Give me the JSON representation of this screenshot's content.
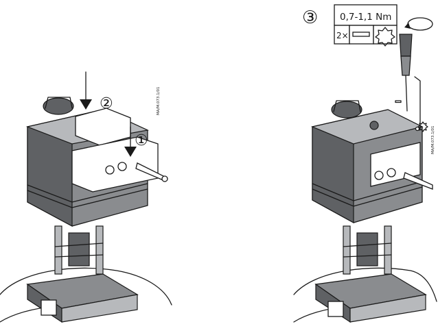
{
  "steps": {
    "step1": "①",
    "step2": "②",
    "step3": "③"
  },
  "torque_box": {
    "torque": "0,7-1,1 Nm",
    "count": "2×"
  },
  "codes": {
    "left": "MA/M.073.1/01",
    "right": "MA/M.073.1/01"
  },
  "icons": {
    "rotation": "clockwise-arrow-icon",
    "slot_bit": "flat-screwdriver-bit-icon",
    "torx_bit": "torx-bit-icon"
  },
  "colors": {
    "body": "#8a8c8f",
    "outline": "#1a1a1a"
  }
}
